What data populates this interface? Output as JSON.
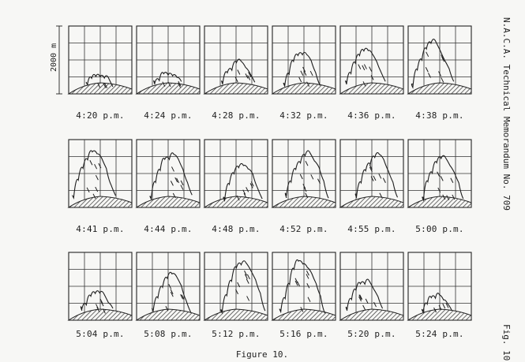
{
  "header": {
    "memo_title": "N.A.C.A. Technical Memorandum No. 709",
    "figure_label": "Fig. 10"
  },
  "scale": {
    "label": "2000 m"
  },
  "panels": [
    {
      "time": "4:20 p.m."
    },
    {
      "time": "4:24 p.m."
    },
    {
      "time": "4:28 p.m."
    },
    {
      "time": "4:32 p.m."
    },
    {
      "time": "4:36 p.m."
    },
    {
      "time": "4:38 p.m."
    },
    {
      "time": "4:41 p.m."
    },
    {
      "time": "4:44 p.m."
    },
    {
      "time": "4:48 p.m."
    },
    {
      "time": "4:52 p.m."
    },
    {
      "time": "4:55 p.m."
    },
    {
      "time": "5:00 p.m."
    },
    {
      "time": "5:04 p.m."
    },
    {
      "time": "5:08 p.m."
    },
    {
      "time": "5:12 p.m."
    },
    {
      "time": "5:16 p.m."
    },
    {
      "time": "5:20 p.m."
    },
    {
      "time": "5:24 p.m."
    }
  ],
  "caption": "Figure 10."
}
